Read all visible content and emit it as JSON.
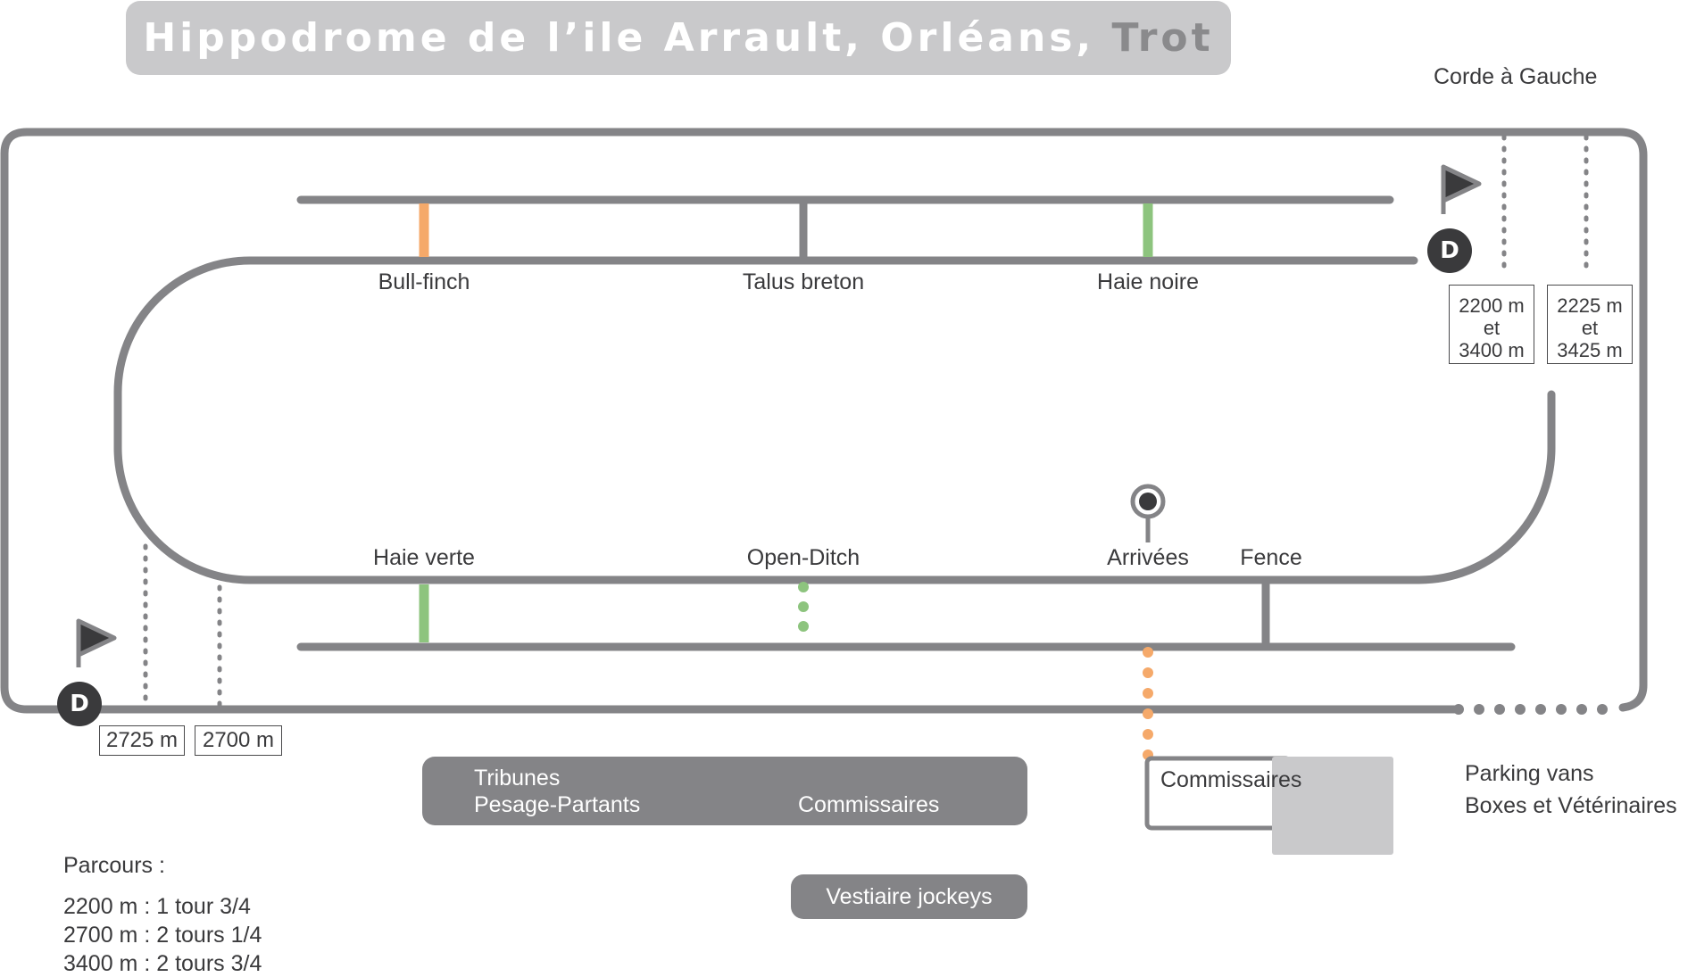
{
  "title": {
    "main": "Hippodrome de l’ile Arrault, Orléans, ",
    "accent": "Trot"
  },
  "corde": "Corde à Gauche",
  "obstacles": {
    "bull_finch": "Bull-finch",
    "talus_breton": "Talus breton",
    "haie_noire": "Haie noire",
    "haie_verte": "Haie verte",
    "open_ditch": "Open-Ditch",
    "arrivees": "Arrivées",
    "fence": "Fence"
  },
  "starts": {
    "right": {
      "badge": "D",
      "box1": [
        "2200 m",
        "et",
        "3400 m"
      ],
      "box2": [
        "2225 m",
        "et",
        "3425 m"
      ]
    },
    "left": {
      "badge": "D",
      "box1": "2725 m",
      "box2": "2700 m"
    }
  },
  "buildings": {
    "tribunes_line1": "Tribunes",
    "tribunes_line2": "Pesage-Partants",
    "tribunes_commissaires": "Commissaires",
    "vestiaire": "Vestiaire jockeys",
    "commissaires_right": "Commissaires",
    "parking_line1": "Parking vans",
    "parking_line2": "Boxes et Vétérinaires"
  },
  "legend": {
    "heading": "Parcours :",
    "items": [
      "2200 m : 1 tour 3/4",
      "2700 m : 2 tours 1/4",
      "3400 m : 2 tours 3/4"
    ]
  },
  "colors": {
    "track": "#848487",
    "orange": "#f5a96a",
    "green": "#8dc47e",
    "dark": "#3a3a3c",
    "title_bg": "#c9c9cb"
  }
}
